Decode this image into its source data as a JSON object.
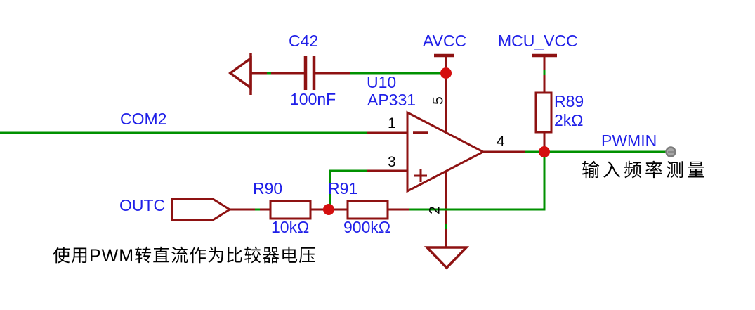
{
  "schematic": {
    "power_nets": {
      "avcc": "AVCC",
      "mcu_vcc": "MCU_VCC"
    },
    "net_labels": {
      "com2": "COM2",
      "pwmin": "PWMIN"
    },
    "port": {
      "name": "OUTC"
    },
    "components": {
      "capacitor": {
        "designator": "C42",
        "value": "100nF"
      },
      "comparator": {
        "designator": "U10",
        "part": "AP331",
        "pins": {
          "inverting_input": "1",
          "noninverting_input": "3",
          "output": "4",
          "vcc": "5",
          "gnd": "2"
        }
      },
      "pullup_resistor": {
        "designator": "R89",
        "value": "2kΩ"
      },
      "series_resistor": {
        "designator": "R90",
        "value": "10kΩ"
      },
      "feedback_resistor": {
        "designator": "R91",
        "value": "900kΩ"
      }
    },
    "annotations": {
      "pwmin_note": "输入频率测量",
      "bottom_note": "使用PWM转直流作为比较器电压"
    },
    "colors": {
      "wire": "#009100",
      "symbol": "#8E1212",
      "junction": "#D40F0F",
      "label": "#1F1FE8",
      "annotation": "#000000",
      "terminal": "#A6A6A6",
      "background": "#FFFFFF"
    }
  }
}
